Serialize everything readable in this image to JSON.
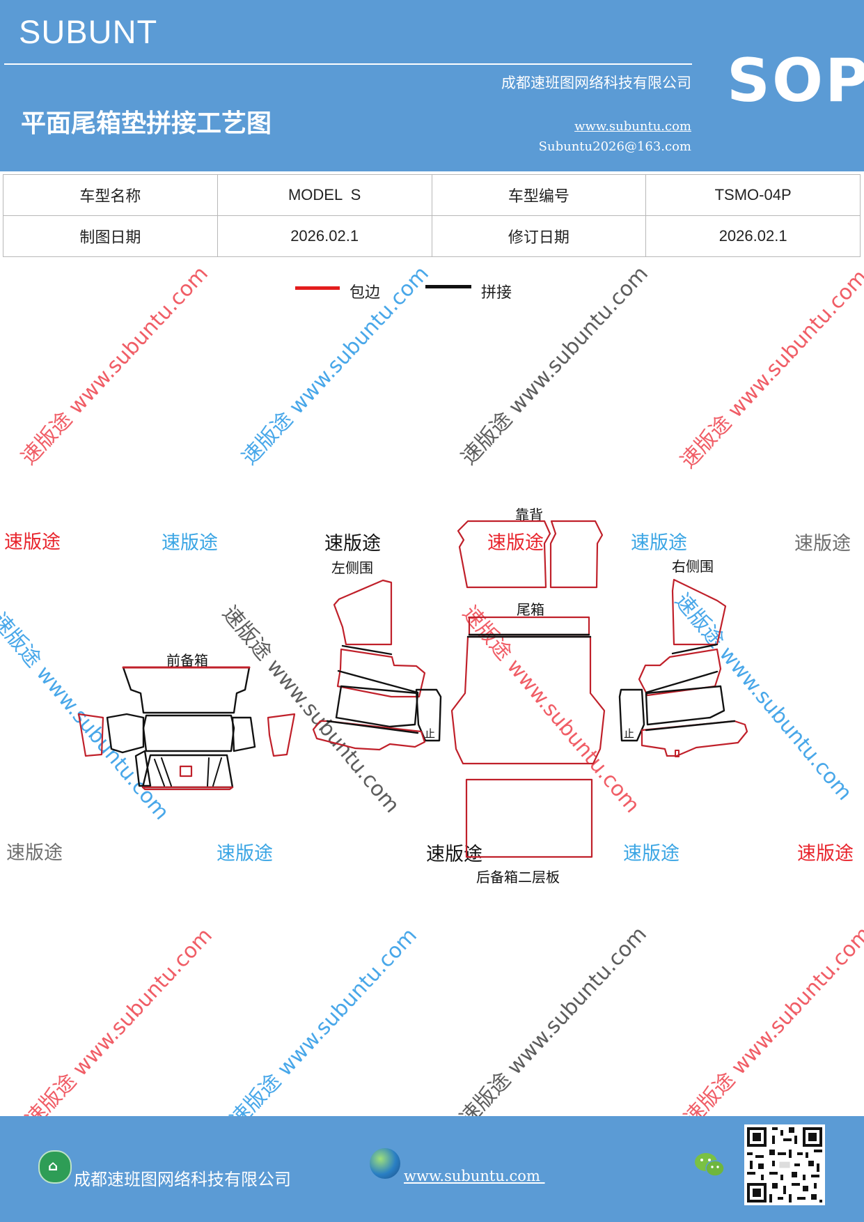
{
  "header": {
    "brand": "SUBUNT",
    "title": "平面尾箱垫拼接工艺图",
    "company": "成都速班图网络科技有限公司",
    "website": "www.subuntu.com",
    "email": "Subuntu2026@163.com",
    "badge": "SOP"
  },
  "info": {
    "model_name_label": "车型名称",
    "model_name": "MODEL  S",
    "model_code_label": "车型编号",
    "model_code": "TSMO-04P",
    "draw_date_label": "制图日期",
    "draw_date": "2026.02.1",
    "revise_date_label": "修订日期",
    "revise_date": "2026.02.1"
  },
  "legend": {
    "edge_label": "包边",
    "edge_color": "#e31d1d",
    "splice_label": "拼接",
    "splice_color": "#111111"
  },
  "watermark": {
    "short": "速版途",
    "long": "速版途 www.subuntu.com"
  },
  "parts": {
    "backrest": "靠背",
    "left_side": "左侧围",
    "right_side": "右侧围",
    "trunk": "尾箱",
    "front_trunk": "前备箱",
    "second_board": "后备箱二层板",
    "mark": "止"
  },
  "footer": {
    "company": "成都速班图网络科技有限公司",
    "website": "www.subuntu.com "
  }
}
